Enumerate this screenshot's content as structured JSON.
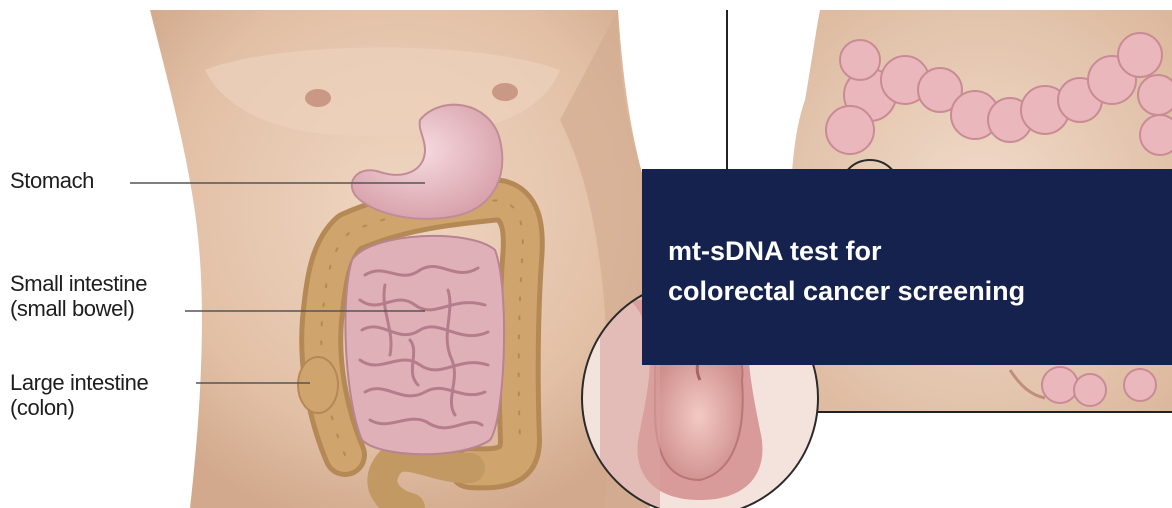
{
  "labels": {
    "stomach": "Stomach",
    "small_intestine_1": "Small intestine",
    "small_intestine_2": "(small bowel)",
    "large_intestine_1": "Large intestine",
    "large_intestine_2": "(colon)"
  },
  "banner": {
    "line1": "mt-sDNA test for",
    "line2": "colorectal cancer screening"
  },
  "colors": {
    "banner_bg": "#15224e",
    "banner_text": "#ffffff",
    "skin": "#e8c9b0",
    "colon": "#c9a16c",
    "small_intestine": "#e2b4bd",
    "stomach": "#ecc3cc",
    "inset_colon": "#eab7bd"
  }
}
